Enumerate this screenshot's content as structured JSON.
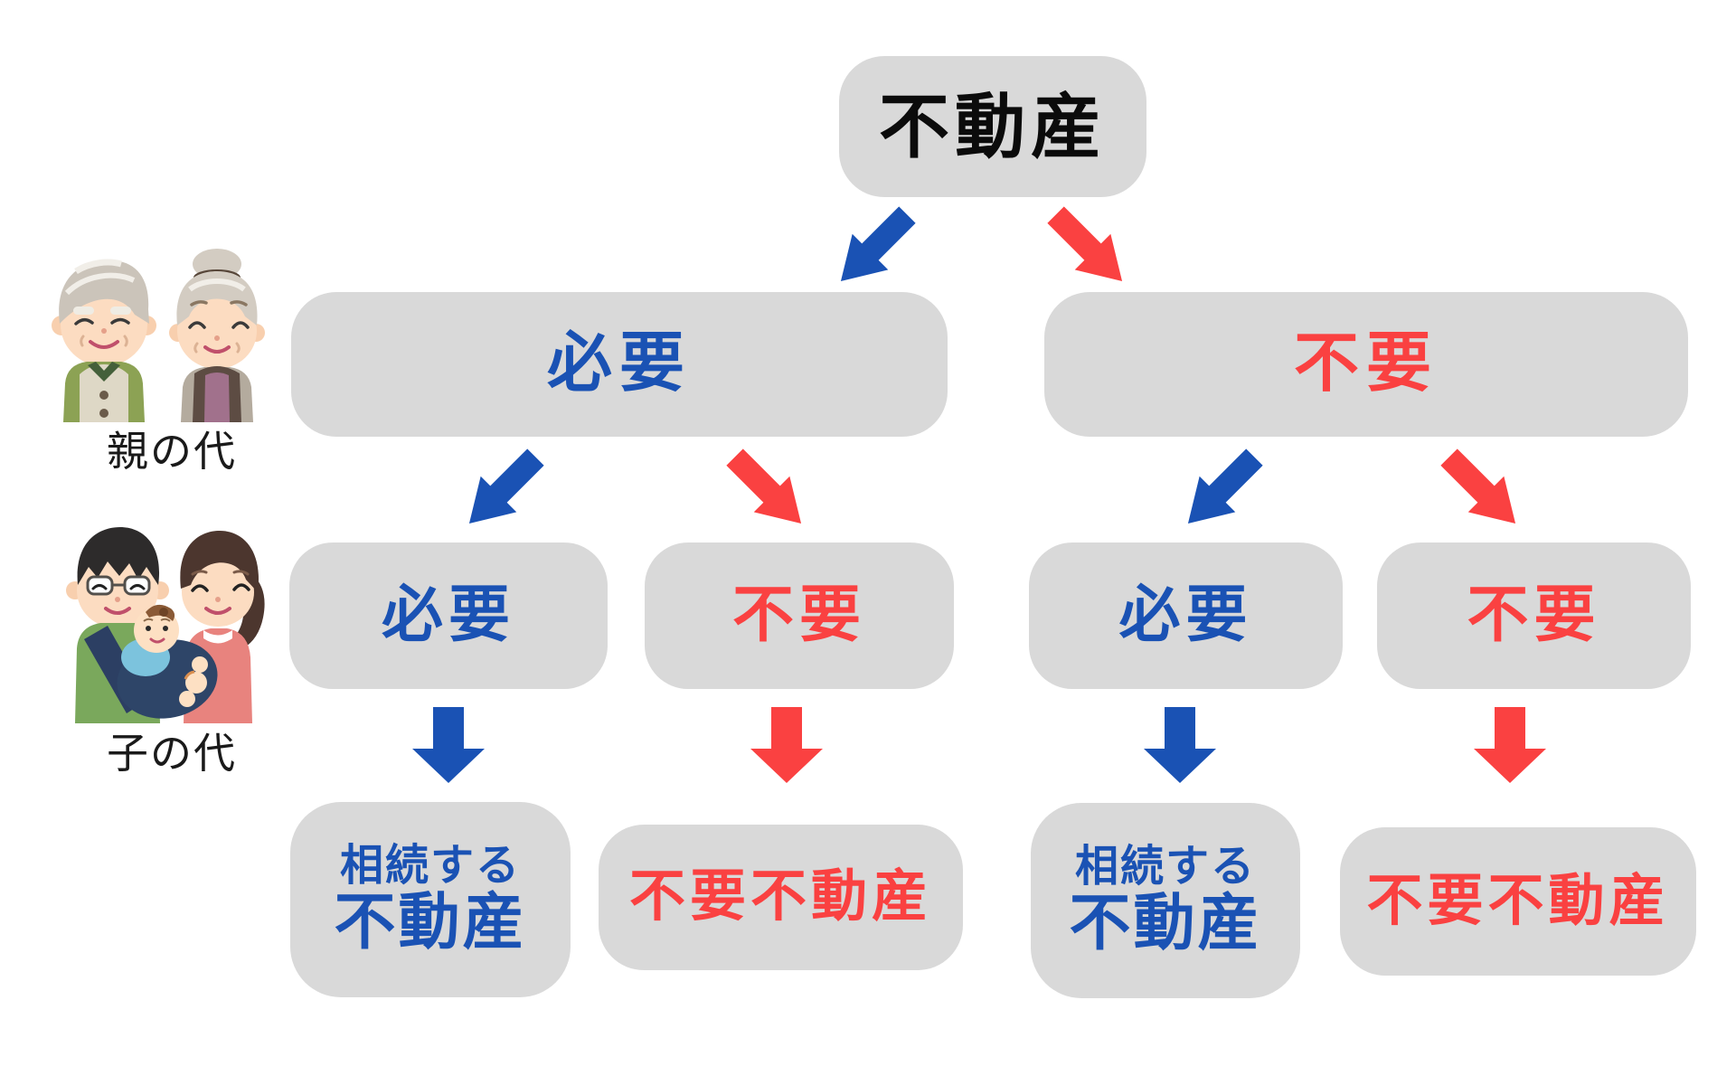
{
  "palette": {
    "box-bg": "#d9d9d9",
    "blue": "#1a52b4",
    "red": "#fa4141",
    "text-black": "#0b0b0b",
    "label-black": "#1a1a1a"
  },
  "root": {
    "label": "不動産"
  },
  "generations": {
    "parents": {
      "label": "親の代",
      "illustration": "elderly-couple"
    },
    "children": {
      "label": "子の代",
      "illustration": "family-with-baby"
    }
  },
  "level2": [
    {
      "label": "必要",
      "color": "blue"
    },
    {
      "label": "不要",
      "color": "red"
    }
  ],
  "level3": [
    {
      "label": "必要",
      "color": "blue"
    },
    {
      "label": "不要",
      "color": "red"
    },
    {
      "label": "必要",
      "color": "blue"
    },
    {
      "label": "不要",
      "color": "red"
    }
  ],
  "level4": [
    {
      "line1": "相続する",
      "line2": "不動産",
      "color": "blue"
    },
    {
      "label": "不要不動産",
      "color": "red"
    },
    {
      "line1": "相続する",
      "line2": "不動産",
      "color": "blue"
    },
    {
      "label": "不要不動産",
      "color": "red"
    }
  ],
  "arrows": {
    "blue": "#1a52b4",
    "red": "#fa4141",
    "top": [
      "down-left-blue",
      "down-right-red"
    ],
    "mid": [
      "down-left-blue",
      "down-right-red",
      "down-left-blue",
      "down-right-red"
    ],
    "bottom": [
      "down-blue",
      "down-red",
      "down-blue",
      "down-red"
    ]
  }
}
